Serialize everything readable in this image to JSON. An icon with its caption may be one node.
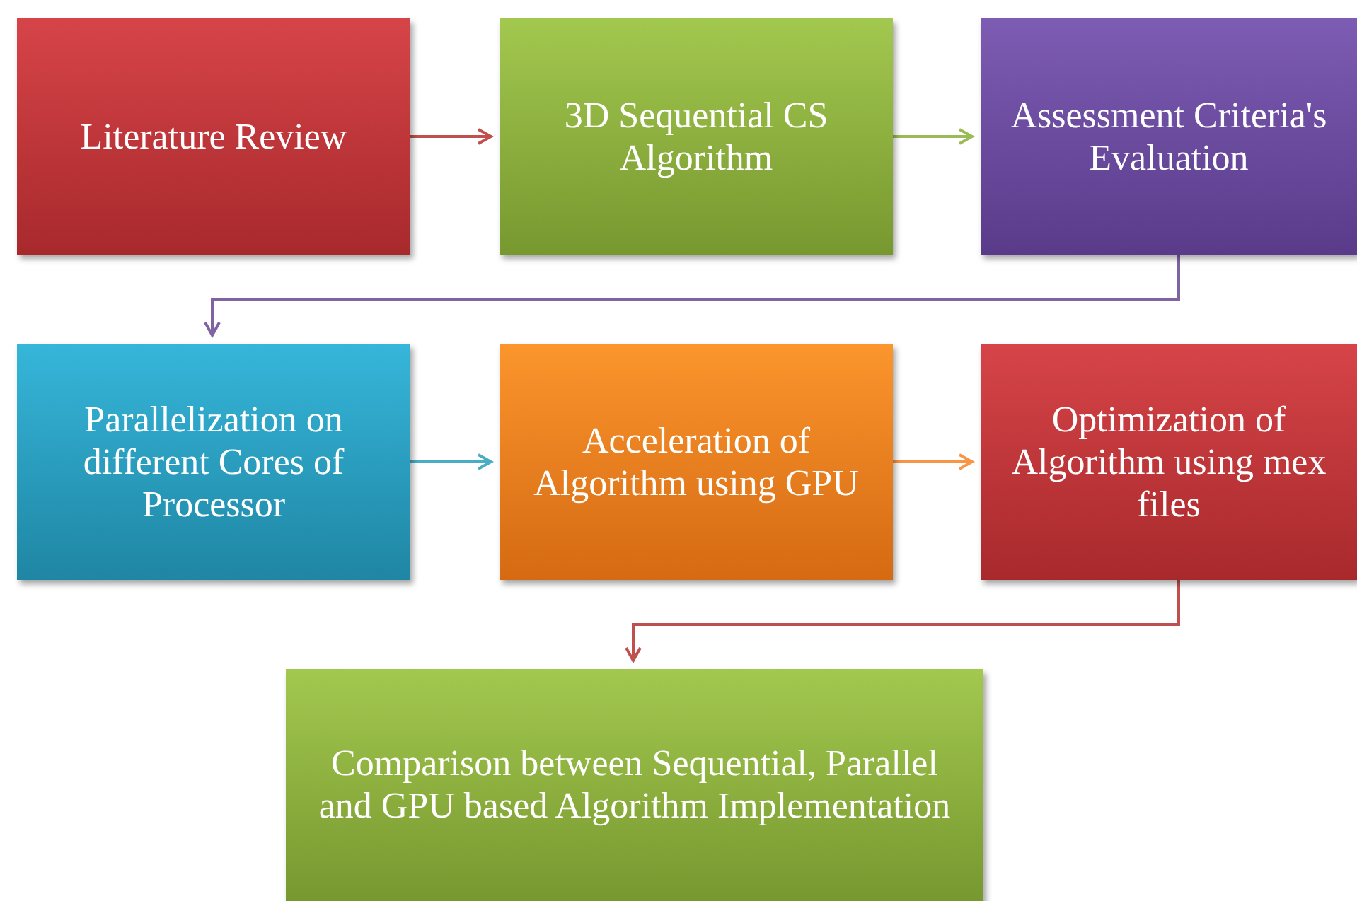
{
  "diagram": {
    "nodes": [
      {
        "text": [
          "Literature Review"
        ]
      },
      {
        "text": [
          "3D Sequential CS Algorithm"
        ]
      },
      {
        "text": [
          "Assessment Criteria's Evaluation"
        ]
      },
      {
        "text": [
          "Parallelization on different Cores of Processor"
        ]
      },
      {
        "text": [
          "Acceleration of Algorithm using GPU"
        ]
      },
      {
        "text": [
          "Optimization of Algorithm using mex files"
        ]
      },
      {
        "text": [
          "Comparison between Sequential, Parallel and GPU based Algorithm Implementation"
        ]
      }
    ],
    "edges": [
      {
        "from": 0,
        "to": 1,
        "arrow": "to",
        "color": "#c0504d"
      },
      {
        "from": 1,
        "to": 2,
        "arrow": "to",
        "color": "#9bbb59"
      },
      {
        "from": 2,
        "to": 3,
        "arrow": "to",
        "color": "#8064a2"
      },
      {
        "from": 3,
        "to": 4,
        "arrow": "to",
        "color": "#4bacc6"
      },
      {
        "from": 4,
        "to": 5,
        "arrow": "to",
        "color": "#f79646"
      },
      {
        "from": 5,
        "to": 6,
        "arrow": "to",
        "color": "#c0504d"
      }
    ]
  }
}
